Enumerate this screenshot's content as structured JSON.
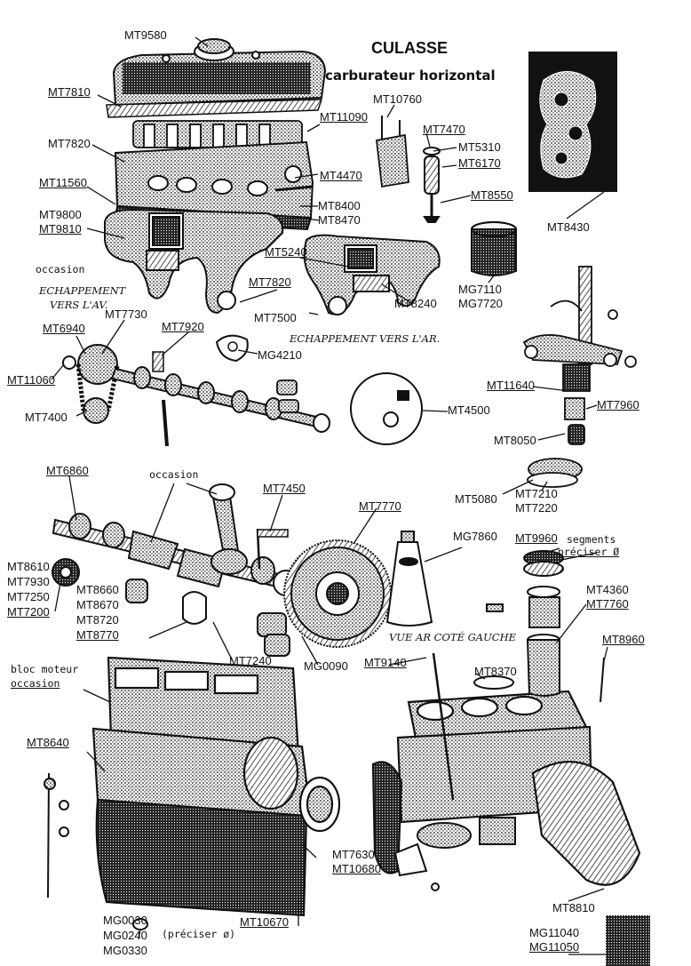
{
  "colors": {
    "ink": "#111111",
    "paper": "#ffffff",
    "hatch": "#1a1a1a"
  },
  "title": {
    "line1": "CULASSE",
    "line2": "carburateur horizontal"
  },
  "notes": {
    "occasion_top": "occasion",
    "exhaust_front_1": "ECHAPPEMENT",
    "exhaust_front_2": "VERS L'AV.",
    "exhaust_rear": "ECHAPPEMENT VERS L'AR.",
    "occasion_crank": "occasion",
    "segments_1": "segments",
    "segments_2": "préciser Ø",
    "view_rear_left": "VUE AR COTÉ GAUCHE",
    "block_1": "bloc moteur",
    "block_2": "occasion",
    "preciser": "(préciser ø)"
  },
  "labels": {
    "mt9580": "MT9580",
    "mt7810": "MT7810",
    "mt10760": "MT10760",
    "mt11090": "MT11090",
    "mt7470": "MT7470",
    "mt5310": "MT5310",
    "mt6170": "MT6170",
    "mt7820_top": "MT7820",
    "mt4470": "MT4470",
    "mt8550": "MT8550",
    "mt11560": "MT11560",
    "mt8400": "MT8400",
    "mt8470": "MT8470",
    "mt9800": "MT9800",
    "mt9810": "MT9810",
    "mt8430": "MT8430",
    "mt5240": "MT5240",
    "mt7820_mid": "MT7820",
    "mg7110": "MG7110",
    "mg7720": "MG7720",
    "mt7500": "MT7500",
    "mt8240": "MT8240",
    "mt7730": "MT7730",
    "mt6940": "MT6940",
    "mt7920": "MT7920",
    "mg4210": "MG4210",
    "mt11060": "MT11060",
    "mt11640": "MT11640",
    "mt7960": "MT7960",
    "mt4500": "MT4500",
    "mt7400": "MT7400",
    "mt8050": "MT8050",
    "mt6860": "MT6860",
    "mt7450": "MT7450",
    "mt5080": "MT5080",
    "mt7210": "MT7210",
    "mt7220": "MT7220",
    "mt7770": "MT7770",
    "mg7860": "MG7860",
    "mt9960": "MT9960",
    "mt8610": "MT8610",
    "mt7930": "MT7930",
    "mt7250": "MT7250",
    "mt7200": "MT7200",
    "mt8660": "MT8660",
    "mt8670": "MT8670",
    "mt8720": "MT8720",
    "mt8770": "MT8770",
    "mt4360": "MT4360",
    "mt7760": "MT7760",
    "mt7240": "MT7240",
    "mg0090": "MG0090",
    "mt9140": "MT9140",
    "mt8370": "MT8370",
    "mt8960": "MT8960",
    "mt8640": "MT8640",
    "mt7630": "MT7630",
    "mt10680": "MT10680",
    "mg0030": "MG0030",
    "mg0240": "MG0240",
    "mg0330": "MG0330",
    "mt10670": "MT10670",
    "mt8810": "MT8810",
    "mg11040": "MG11040",
    "mg11050": "MG11050"
  }
}
